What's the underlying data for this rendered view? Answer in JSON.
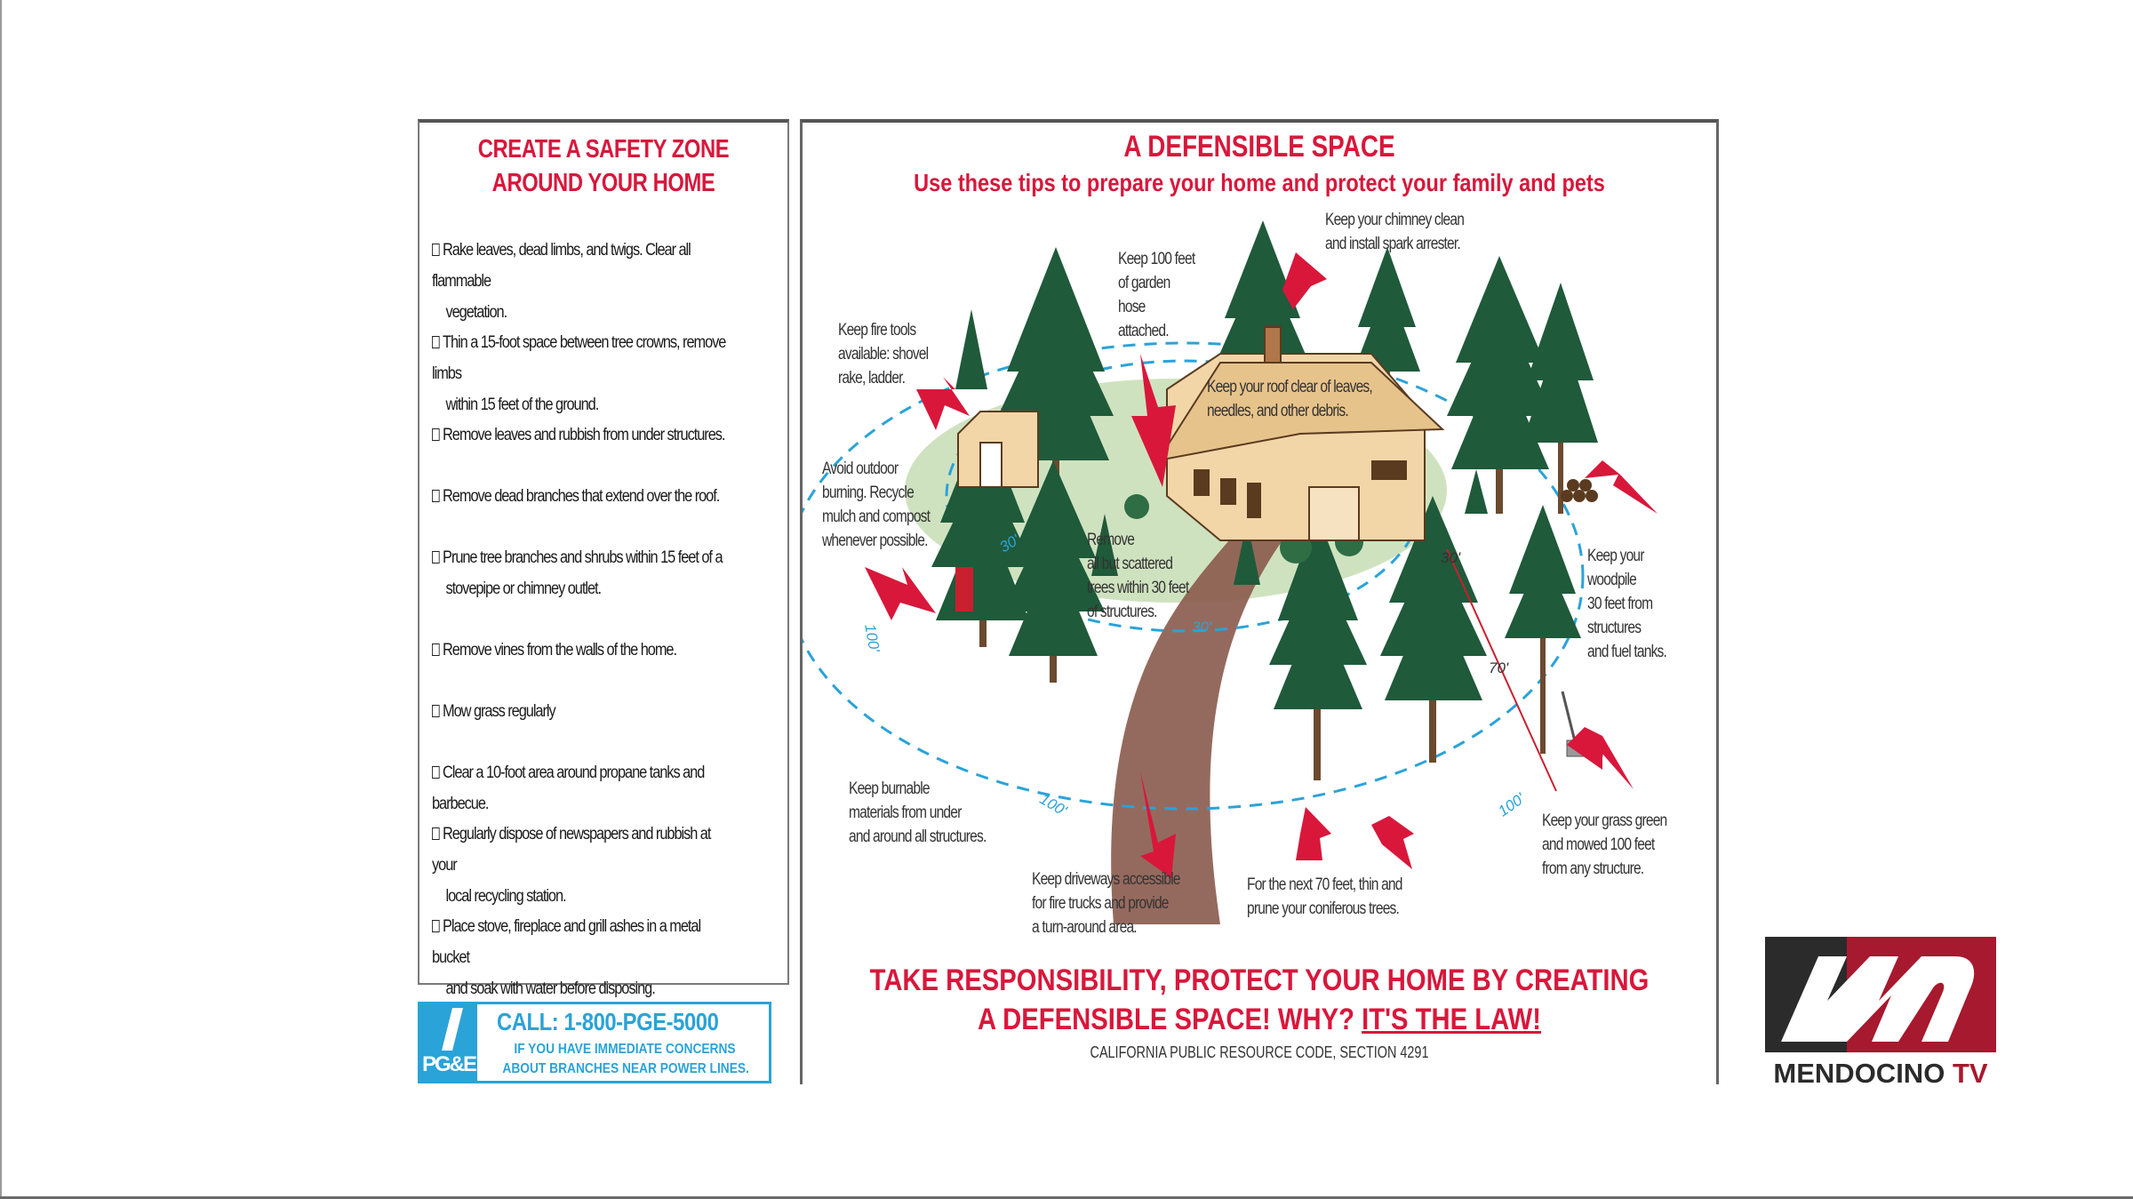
{
  "left_panel": {
    "title_line1": "CREATE A SAFETY ZONE",
    "title_line2": "AROUND YOUR HOME",
    "tips": [
      {
        "line1": "Rake leaves, dead limbs, and twigs. Clear all flammable",
        "line2": "vegetation."
      },
      {
        "line1": "Thin a 15-foot space between tree crowns, remove limbs",
        "line2": "within 15 feet of the ground."
      },
      {
        "line1": "Remove leaves and rubbish from under structures.",
        "line2": ""
      },
      {
        "line1": "Remove dead branches that extend over the roof.",
        "line2": ""
      },
      {
        "line1": "Prune tree branches and shrubs within 15 feet of a",
        "line2": "stovepipe or chimney outlet."
      },
      {
        "line1": "Remove vines from the walls of the home.",
        "line2": ""
      },
      {
        "line1": "Mow grass regularly",
        "line2": ""
      },
      {
        "line1": "Clear a 10-foot area around propane tanks and barbecue.",
        "line2": ""
      },
      {
        "line1": "Regularly dispose of newspapers and rubbish at your",
        "line2": "local recycling station."
      },
      {
        "line1": "Place stove, fireplace and grill ashes in a metal bucket",
        "line2": "and soak with water before disposing."
      }
    ]
  },
  "pge_callout": {
    "logo_text": "PG&E",
    "call_text": "CALL: 1-800-PGE-5000",
    "sub_line1": "IF YOU HAVE IMMEDIATE CONCERNS",
    "sub_line2": "ABOUT BRANCHES NEAR POWER LINES."
  },
  "right_panel": {
    "title": "A DEFENSIBLE SPACE",
    "subtitle": "Use these tips to prepare your home and protect your family and pets",
    "labels": {
      "chimney": "Keep your chimney clean\nand install spark arrester.",
      "hose": "Keep 100 feet\nof garden\nhose\nattached.",
      "fire_tools": "Keep fire tools\navailable: shovel\nrake, ladder.",
      "roof": "Keep your roof clear of leaves,\nneedles, and other debris.",
      "burning": "Avoid outdoor\nburning. Recycle\nmulch and compost\nwhenever possible.",
      "trees30": "Remove\nall but scattered\ntrees within 30 feet\nof structures.",
      "woodpile": "Keep your\nwoodpile\n30 feet from\nstructures\nand fuel tanks.",
      "burnable": "Keep burnable\nmaterials from under\nand around all structures.",
      "driveways": "Keep driveways accessible\nfor fire trucks and provide\na turn-around area.",
      "next70": "For the next 70 feet, thin and\nprune your coniferous trees.",
      "grass": "Keep your grass green\nand mowed 100 feet\nfrom any structure."
    },
    "distances": {
      "d30a": "30'",
      "d30b": "30'",
      "d30c": "30'",
      "d70": "70'",
      "d100a": "100'",
      "d100b": "100'",
      "d100c": "100'"
    },
    "footer_line1": "TAKE RESPONSIBILITY, PROTECT YOUR HOME BY CREATING",
    "footer_line2_prefix": "A DEFENSIBLE SPACE! WHY? ",
    "footer_line2_emph": "IT'S THE LAW!",
    "code": "CALIFORNIA PUBLIC RESOURCE CODE, SECTION 4291"
  },
  "brand_logo": {
    "letter": "M",
    "name_main": "MENDOCINO",
    "name_tv": "TV"
  },
  "colors": {
    "title_red": "#d8173b",
    "pge_blue": "#2aa3d8",
    "zone_dash": "#2aa3d8",
    "tree_green": "#1f5a3a",
    "lawn_green": "#cfe2bf",
    "house_tan": "#f2d6a8",
    "logo_red": "#a6192e"
  }
}
